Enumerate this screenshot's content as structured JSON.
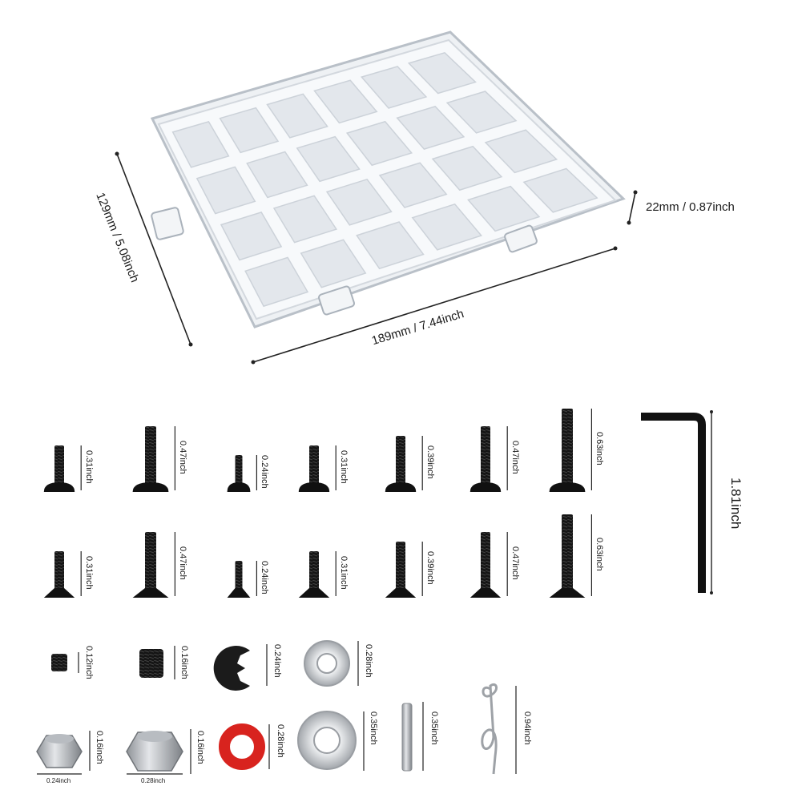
{
  "dimensions": {
    "height": "129mm / 5.08inch",
    "width": "189mm / 7.44inch",
    "depth": "22mm / 0.87inch"
  },
  "screws_button_head": [
    "0.31inch",
    "0.47inch",
    "0.24inch",
    "0.31inch",
    "0.39inch",
    "0.47inch",
    "0.63inch"
  ],
  "screws_flat_head": [
    "0.31inch",
    "0.47inch",
    "0.24inch",
    "0.31inch",
    "0.39inch",
    "0.47inch",
    "0.63inch"
  ],
  "hex_key": "1.81inch",
  "set_screws": [
    "0.12inch",
    "0.16inch"
  ],
  "e_clip": "0.24inch",
  "washer_small": "0.28inch",
  "lock_nuts": {
    "heights": [
      "0.16inch",
      "0.16inch"
    ],
    "widths": [
      "0.24inch",
      "0.28inch"
    ]
  },
  "o_ring": "0.28inch",
  "washer_large": "0.35inch",
  "pin": "0.35inch",
  "r_clip": "0.94inch",
  "colors": {
    "black_hardware": "#111111",
    "steel": "#c9ccd0",
    "o_ring": "#d8231e",
    "box": "#e9edf1"
  }
}
